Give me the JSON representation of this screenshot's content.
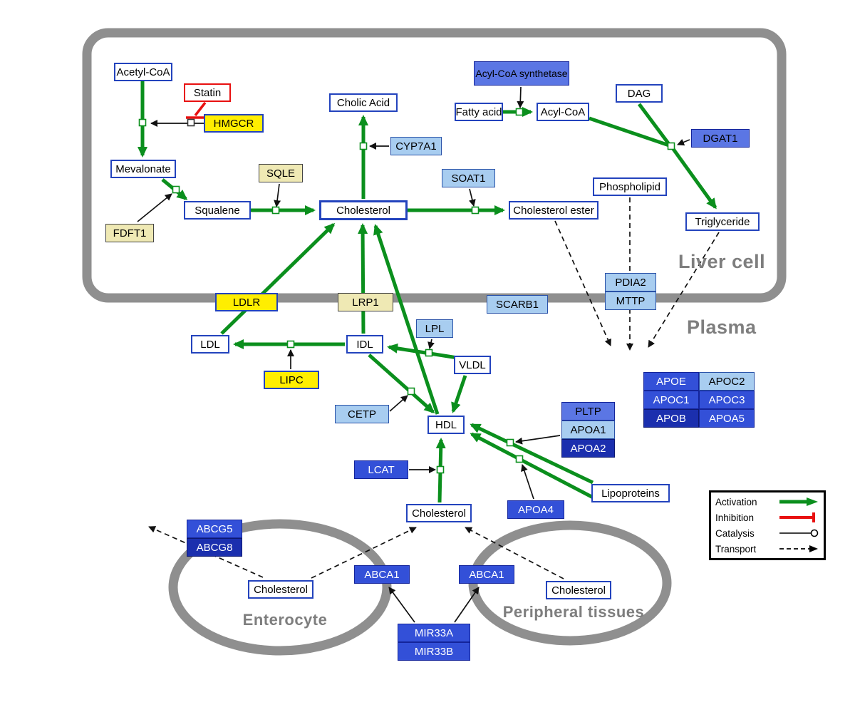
{
  "compartments": {
    "liver_cell": "Liver cell",
    "plasma": "Plasma",
    "enterocyte": "Enterocyte",
    "peripheral_tissues": "Peripheral tissues"
  },
  "nodes": {
    "acetyl_coa": "Acetyl-CoA",
    "statin": "Statin",
    "hmgcr": "HMGCR",
    "mevalonate": "Mevalonate",
    "sqle": "SQLE",
    "fdft1": "FDFT1",
    "squalene": "Squalene",
    "cholesterol_liver": "Cholesterol",
    "cholic_acid": "Cholic Acid",
    "cyp7a1": "CYP7A1",
    "acyl_coa_synthetase": "Acyl-CoA synthetase",
    "fatty_acid": "Fatty acid",
    "acyl_coa": "Acyl-CoA",
    "dag": "DAG",
    "dgat1": "DGAT1",
    "soat1": "SOAT1",
    "cholesterol_ester": "Cholesterol ester",
    "phospholipid": "Phospholipid",
    "triglyceride": "Triglyceride",
    "pdia2": "PDIA2",
    "mttp": "MTTP",
    "ldlr": "LDLR",
    "lrp1": "LRP1",
    "scarb1": "SCARB1",
    "ldl": "LDL",
    "idl": "IDL",
    "lpl": "LPL",
    "vldl": "VLDL",
    "lipc": "LIPC",
    "cetp": "CETP",
    "hdl": "HDL",
    "pltp": "PLTP",
    "apoa1": "APOA1",
    "apoa2": "APOA2",
    "lcat": "LCAT",
    "apoa4": "APOA4",
    "lipoproteins": "Lipoproteins",
    "apoe": "APOE",
    "apoc2": "APOC2",
    "apoc1": "APOC1",
    "apoc3": "APOC3",
    "apob": "APOB",
    "apoa5": "APOA5",
    "cholesterol_plasma": "Cholesterol",
    "abcg5": "ABCG5",
    "abcg8": "ABCG8",
    "cholesterol_enterocyte": "Cholesterol",
    "abca1_enterocyte": "ABCA1",
    "abca1_peripheral": "ABCA1",
    "cholesterol_peripheral": "Cholesterol",
    "mir33a": "MIR33A",
    "mir33b": "MIR33B"
  },
  "legend": {
    "activation": "Activation",
    "inhibition": "Inhibition",
    "catalysis": "Catalysis",
    "transport": "Transport"
  },
  "colors": {
    "activation_green": "#0b8f1d",
    "inhibition_red": "#e81010",
    "metabolite_border_blue": "#2343bd",
    "gene_blue": "#3350d8",
    "gene_blue_mid": "#5b76e4",
    "gene_navy": "#1b2fae",
    "gene_lightblue": "#a8cdf0",
    "gene_yellow": "#ffee00",
    "gene_khaki": "#efe9b4",
    "membrane_gray": "#8f8f8f"
  }
}
